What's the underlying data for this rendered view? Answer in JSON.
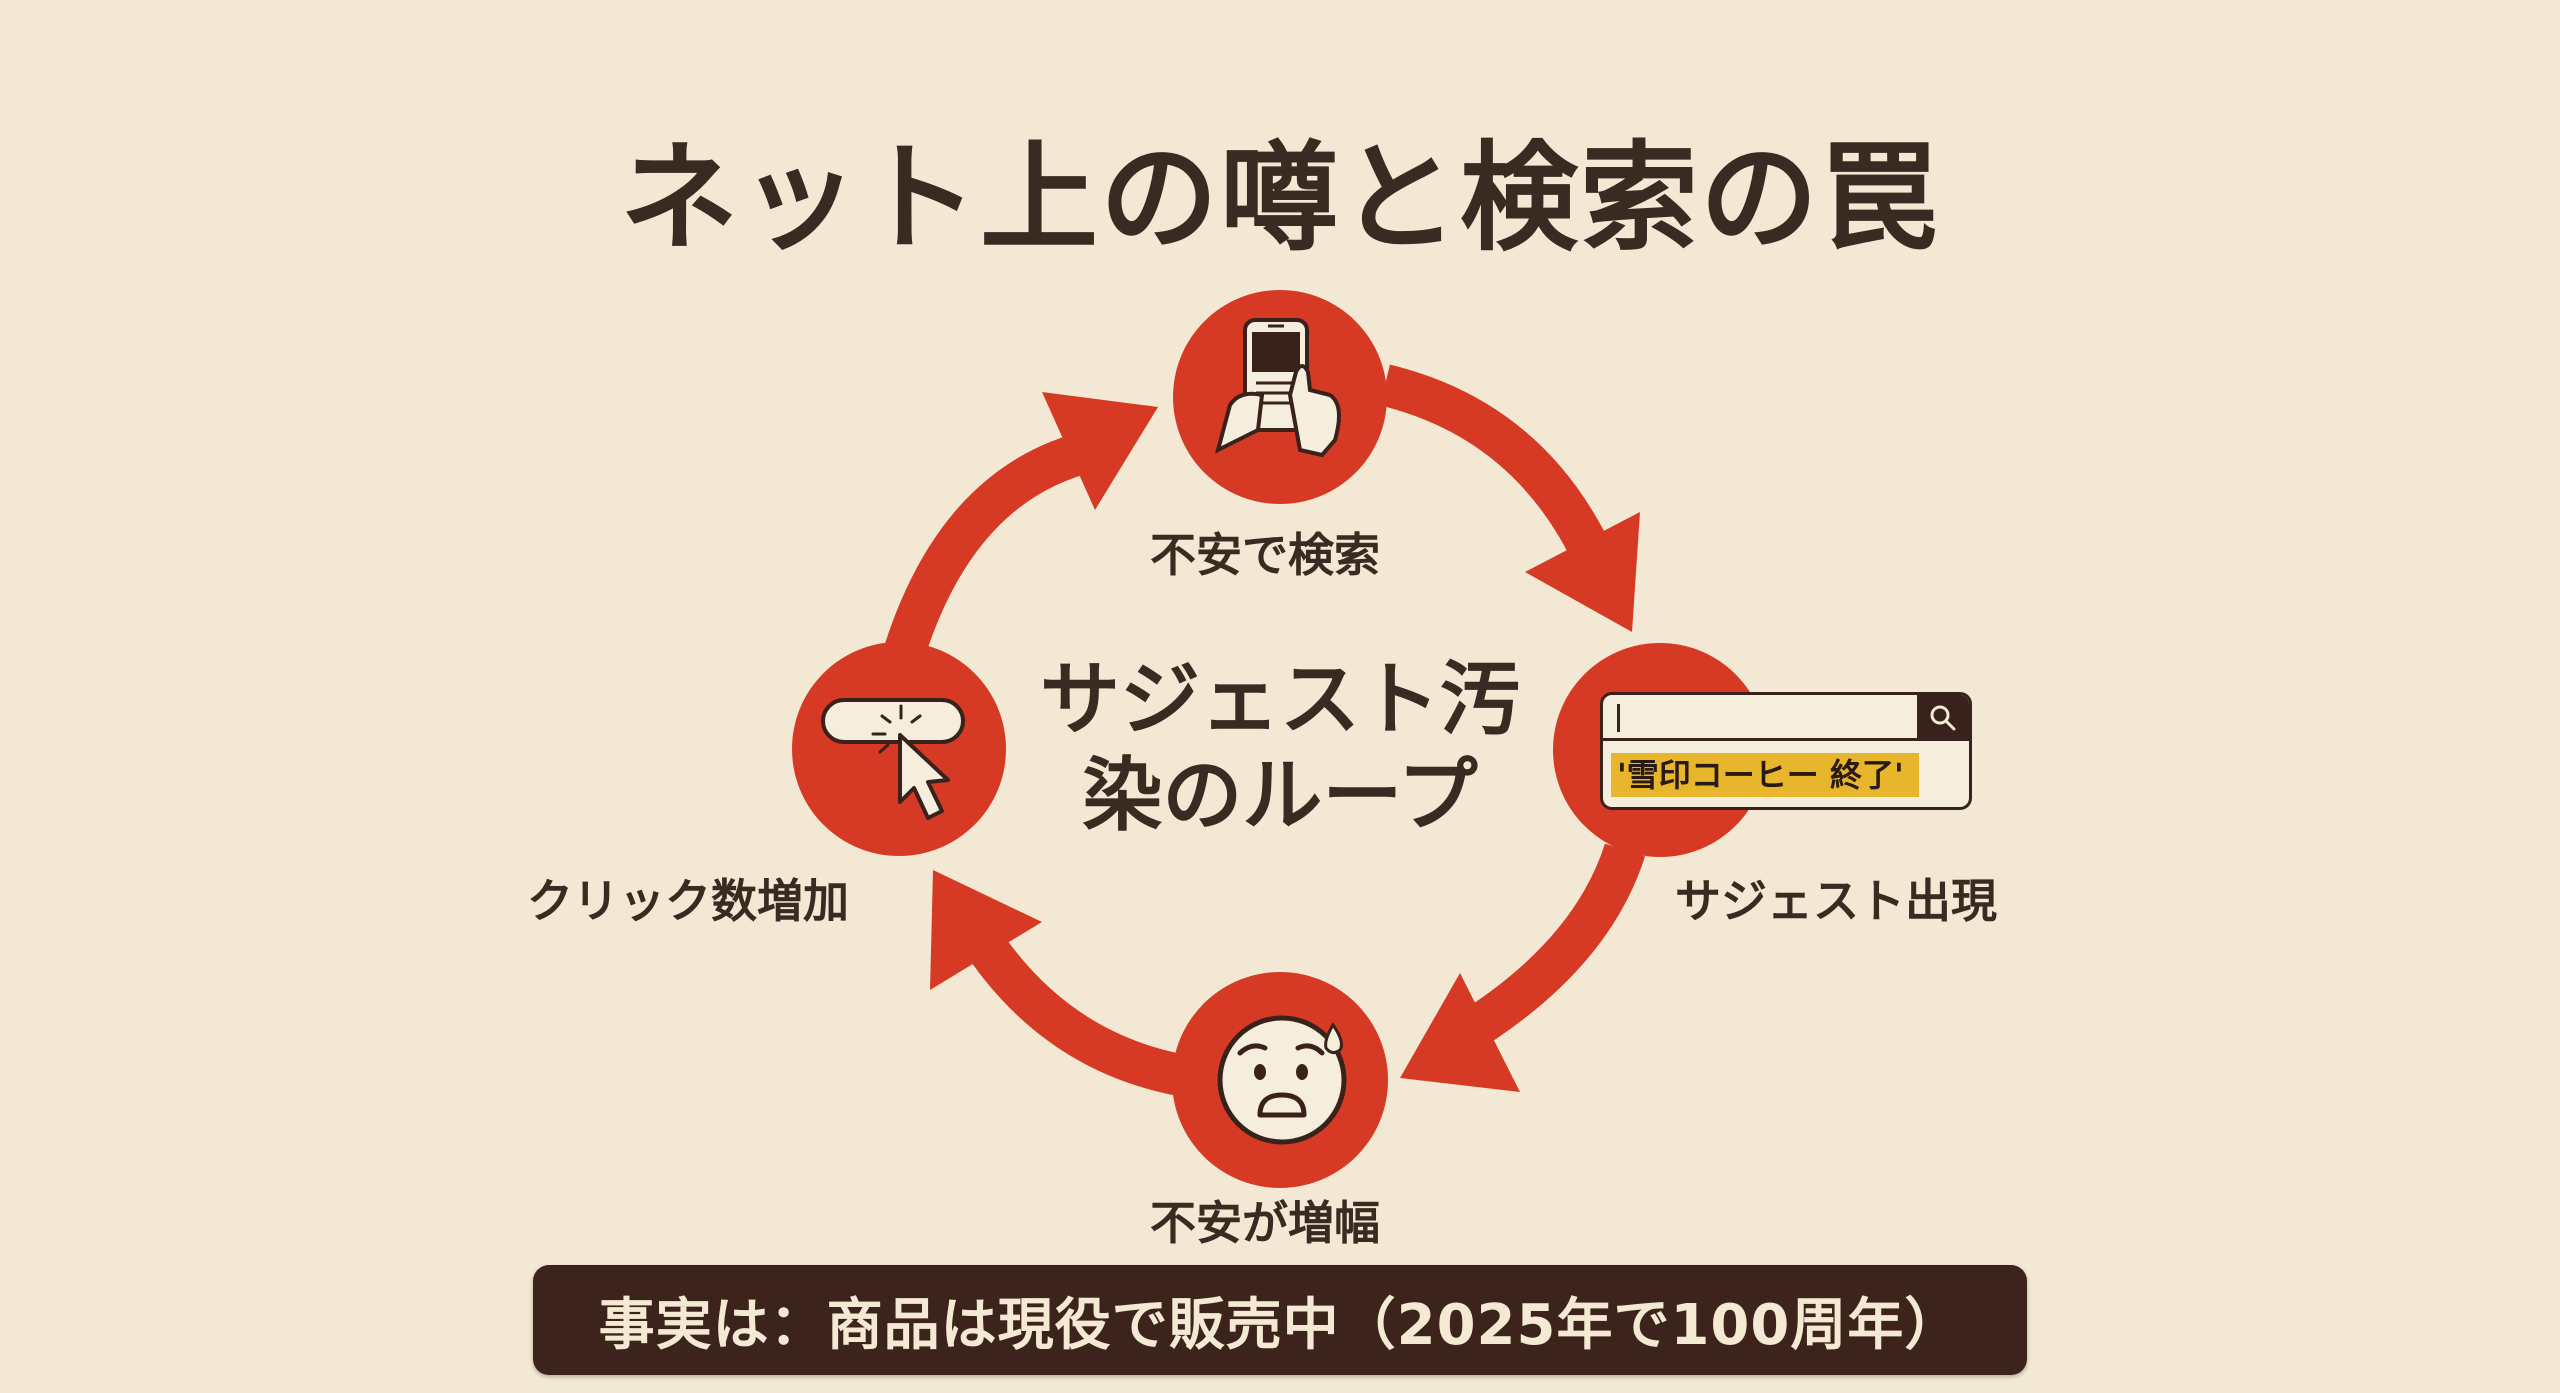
{
  "title": "ネット上の噂と検索の罠",
  "center": {
    "line1": "サジェスト汚",
    "line2": "染のループ"
  },
  "nodes": [
    {
      "id": "search",
      "label": "不安で検索",
      "icon": "phone-in-hands-icon"
    },
    {
      "id": "suggest",
      "label": "サジェスト出現",
      "icon": "search-box-icon"
    },
    {
      "id": "anxiety",
      "label": "不安が増幅",
      "icon": "worried-face-icon"
    },
    {
      "id": "click",
      "label": "クリック数増加",
      "icon": "click-cursor-icon"
    }
  ],
  "search_widget": {
    "input_value": "",
    "suggestion": "'雪印コーヒー 終了'",
    "button_icon": "magnifier-icon"
  },
  "fact_bar": {
    "text": "事実は：商品は現役で販売中（2025年で100周年）"
  },
  "colors": {
    "background": "#F2E8D3",
    "accent_red": "#D63A24",
    "dark_brown": "#3A221C",
    "highlight_yellow": "#E8B62C",
    "cream": "#F4E9D2"
  }
}
